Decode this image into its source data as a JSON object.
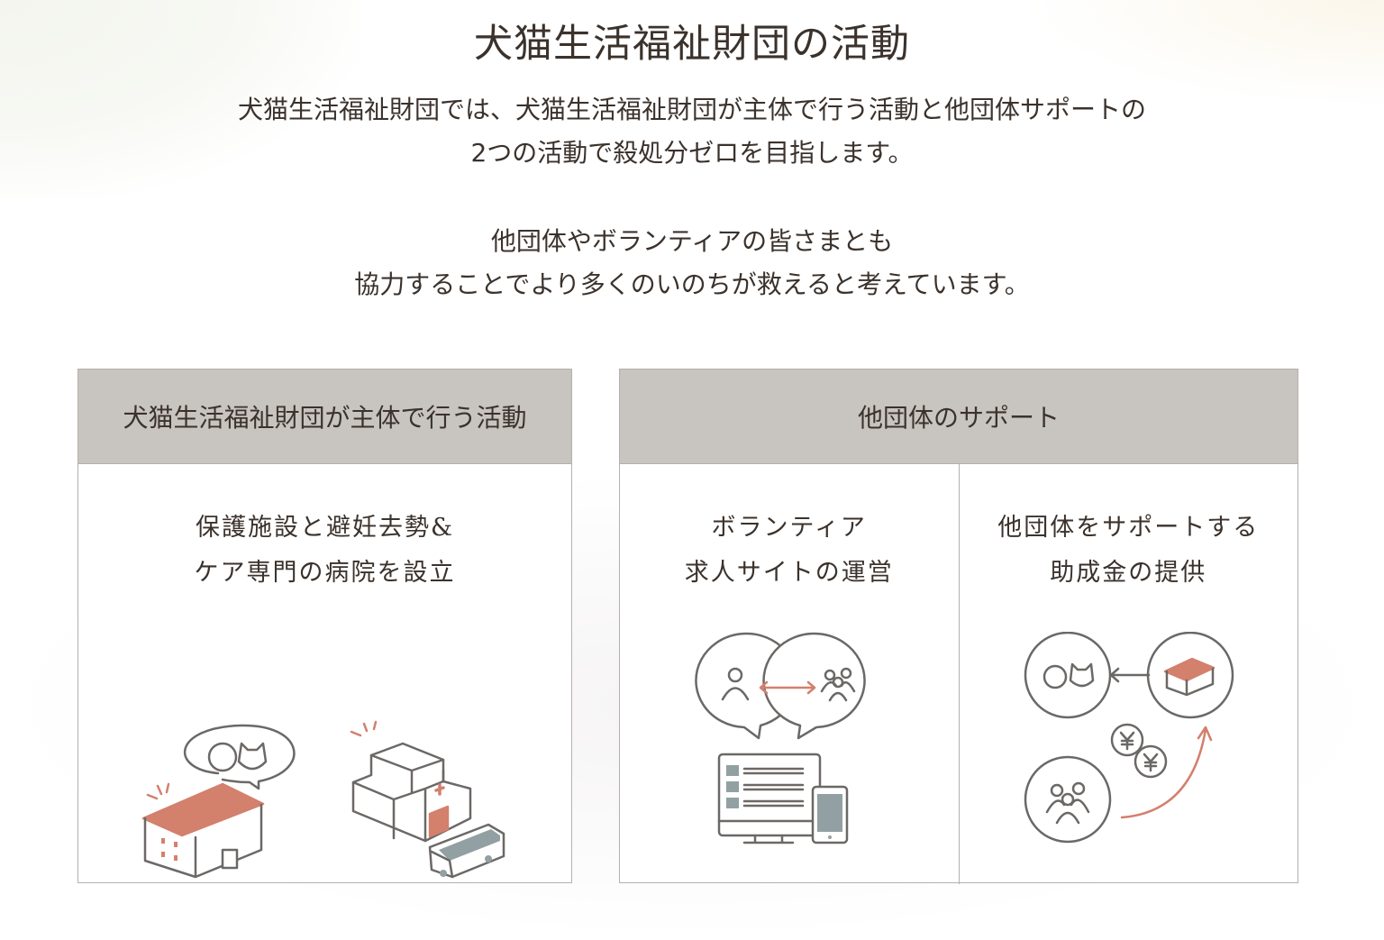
{
  "title": "犬猫生活福祉財団の活動",
  "intro": {
    "line1": "犬猫生活福祉財団では、犬猫生活福祉財団が主体で行う活動と他団体サポートの",
    "line2": "2つの活動で殺処分ゼロを目指します。",
    "line3": "他団体やボランティアの皆さまとも",
    "line4": "協力することでより多くのいのちが救えると考えています。"
  },
  "boxes": [
    {
      "header": "犬猫生活福祉財団が主体で行う活動",
      "items": [
        {
          "line1": "保護施設と避妊去勢&",
          "line2": "ケア専門の病院を設立",
          "icon": "shelter-hospital-illustration"
        }
      ]
    },
    {
      "header": "他団体のサポート",
      "items": [
        {
          "line1": "ボランティア",
          "line2": "求人サイトの運営",
          "icon": "volunteer-site-illustration"
        },
        {
          "line1": "他団体をサポートする",
          "line2": "助成金の提供",
          "icon": "grant-illustration"
        }
      ]
    }
  ],
  "colors": {
    "accent": "#d3806d",
    "line": "#6b6866",
    "screen": "#93a0a3",
    "header_bg": "#c8c4c0",
    "text": "#3b322c"
  }
}
